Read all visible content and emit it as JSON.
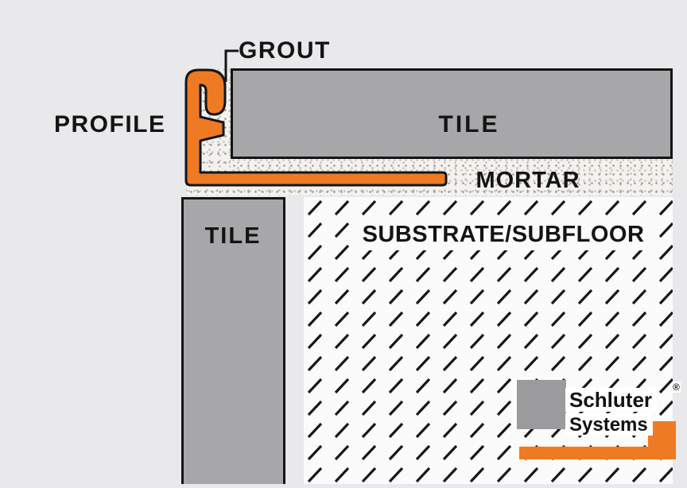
{
  "diagram": {
    "labels": {
      "grout": "GROUT",
      "profile": "PROFILE",
      "tile_top": "TILE",
      "mortar": "MORTAR",
      "tile_left": "TILE",
      "substrate": "SUBSTRATE/SUBFLOOR"
    },
    "colors": {
      "profile_orange": "#EE7A23",
      "tile_gray": "#A7A7AA",
      "mortar_speckle_base": "#F3F2EF",
      "background": "#E9E9EB",
      "outline": "#141414",
      "logo_gray": "#9B9B9E",
      "substrate_white": "#FBFBFB"
    },
    "logo": {
      "line1": "Schluter",
      "line2": "Systems",
      "registered_mark": "®"
    }
  }
}
